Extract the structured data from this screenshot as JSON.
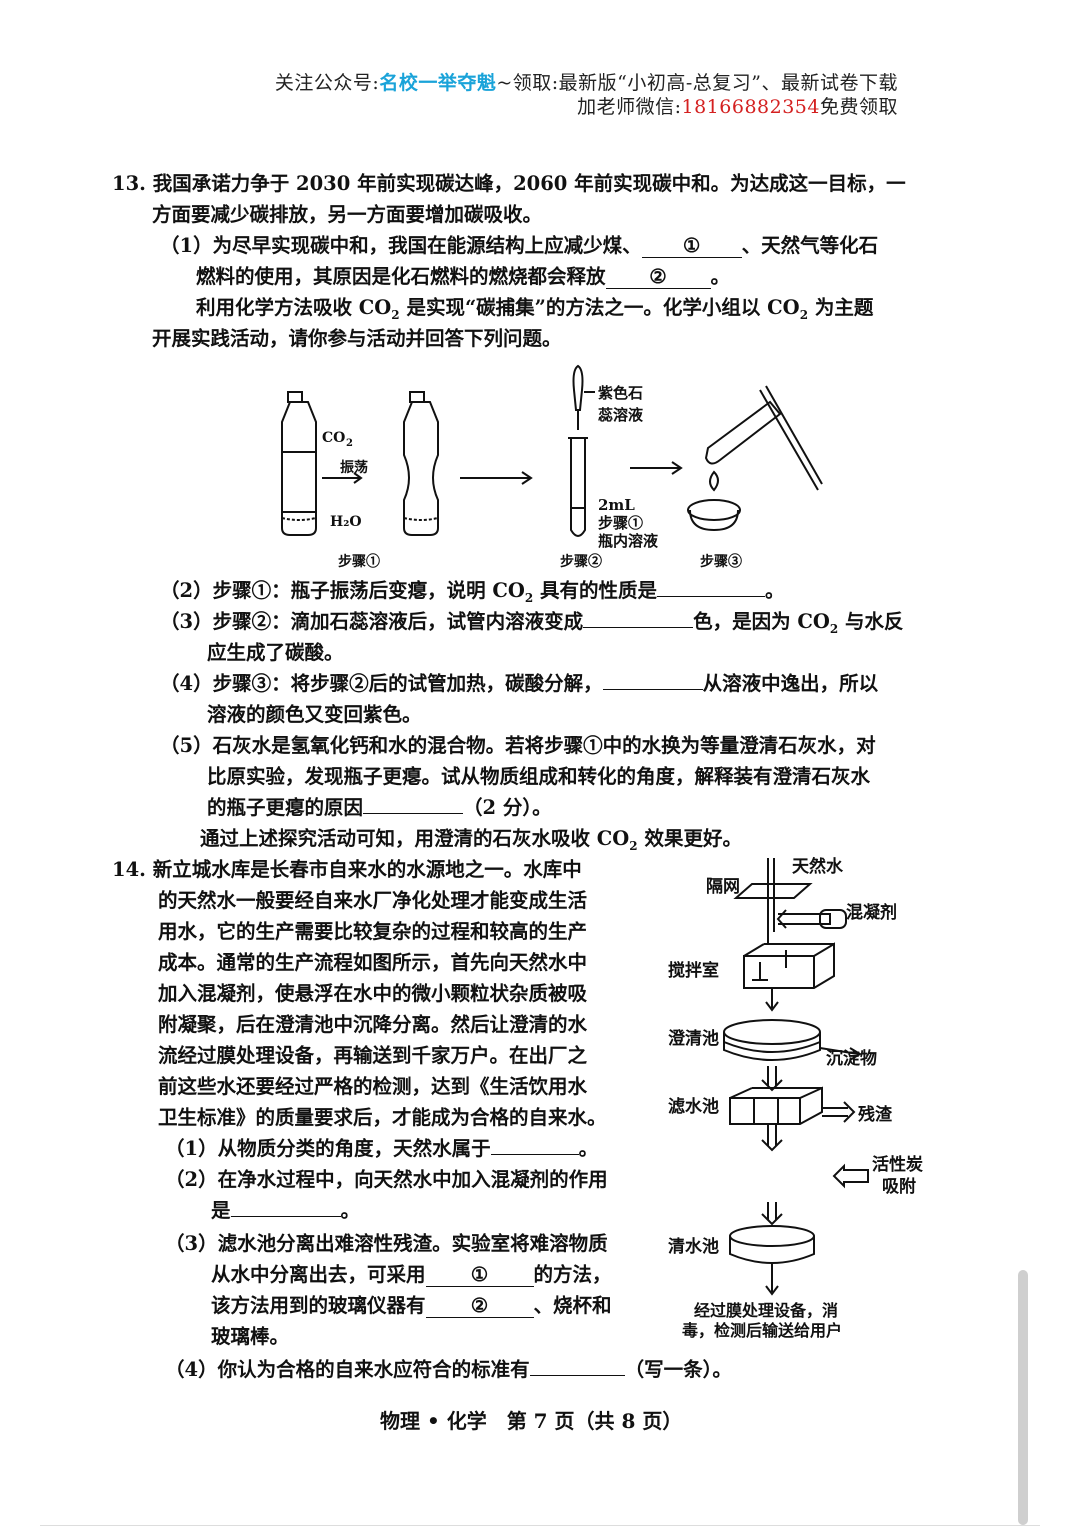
{
  "header": {
    "line1_prefix": "关注公众号:",
    "line1_brand": "名校一举夺魁",
    "line1_suffix": "~领取:最新版“小初高-总复习”、最新试卷下载",
    "line2_prefix": "加老师微信:",
    "line2_phone": "18166882354",
    "line2_suffix": "免费领取"
  },
  "q13": {
    "intro1": "13. 我国承诺力争于 2030 年前实现碳达峰，2060 年前实现碳中和。为达成这一目标，一",
    "intro2": "方面要减少碳排放，另一方面要增加碳吸收。",
    "p1_a": "（1）为尽早实现碳中和，我国在能源结构上应减少煤、",
    "p1_blank1": "①",
    "p1_b": "、天然气等化石",
    "p1_c": "燃料的使用，其原因是化石燃料的燃烧都会释放",
    "p1_blank2": "②",
    "p1_d": "。",
    "mid1_a": "利用化学方法吸收 CO",
    "mid1_b": " 是实现“碳捕集”的方法之一。化学小组以 CO",
    "mid1_c": " 为主题",
    "mid2": "开展实践活动，请你参与活动并回答下列问题。",
    "p2_a": "（2）步骤①：瓶子振荡后变瘪，说明 CO",
    "p2_b": " 具有的性质是",
    "p2_c": "。",
    "p3_a": "（3）步骤②：滴加石蕊溶液后，试管内溶液变成",
    "p3_b": "色，是因为 CO",
    "p3_c": " 与水反",
    "p3_d": "应生成了碳酸。",
    "p4_a": "（4）步骤③：将步骤②后的试管加热，碳酸分解，",
    "p4_b": "从溶液中逸出，所以",
    "p4_c": "溶液的颜色又变回紫色。",
    "p5_a": "（5）石灰水是氢氧化钙和水的混合物。若将步骤①中的水换为等量澄清石灰水，对",
    "p5_b": "比原实验，发现瓶子更瘪。试从物质组成和转化的角度，解释装有澄清石灰水",
    "p5_c": "的瓶子更瘪的原因",
    "p5_d": "（2 分）。",
    "concl_a": "通过上述探究活动可知，用澄清的石灰水吸收 CO",
    "concl_b": " 效果更好。",
    "sub2": "2"
  },
  "figure13": {
    "co2": "CO",
    "co2_sub": "2",
    "shake": "振荡",
    "h2o": "H₂O",
    "litmus1": "紫色石",
    "litmus2": "蕊溶液",
    "ml": "2mL",
    "step1_sol": "步骤①",
    "bottle_sol": "瓶内溶液",
    "step1": "步骤①",
    "step2": "步骤②",
    "step3": "步骤③"
  },
  "q14": {
    "l1": "14. 新立城水库是长春市自来水的水源地之一。水库中",
    "l2": "的天然水一般要经自来水厂净化处理才能变成生活",
    "l3": "用水，它的生产需要比较复杂的过程和较高的生产",
    "l4": "成本。通常的生产流程如图所示，首先向天然水中",
    "l5": "加入混凝剂，使悬浮在水中的微小颗粒状杂质被吸",
    "l6": "附凝聚，后在澄清池中沉降分离。然后让澄清的水",
    "l7": "流经过膜处理设备，再输送到千家万户。在出厂之",
    "l8": "前这些水还要经过严格的检测，达到《生活饮用水",
    "l9": "卫生标准》的质量要求后，才能成为合格的自来水。",
    "p1_a": "（1）从物质分类的角度，天然水属于",
    "p1_b": "。",
    "p2_a": "（2）在净水过程中，向天然水中加入混凝剂的作用",
    "p2_b": "是",
    "p2_c": "。",
    "p3_a": "（3）滤水池分离出难溶性残渣。实验室将难溶物质",
    "p3_b": "从水中分离出去，可采用",
    "p3_blank1": "①",
    "p3_c": "的方法，",
    "p3_d": "该方法用到的玻璃仪器有",
    "p3_blank2": "②",
    "p3_e": "、烧杯和",
    "p3_f": "玻璃棒。",
    "p4_a": "（4）你认为合格的自来水应符合的标准有",
    "p4_b": "（写一条）。"
  },
  "figure14": {
    "natural_water": "天然水",
    "mesh": "隔网",
    "coagulant": "混凝剂",
    "stir_room": "搅拌室",
    "clarifier": "澄清池",
    "sediment": "沉淀物",
    "filter_pool": "滤水池",
    "residue": "残渣",
    "carbon1": "活性炭",
    "carbon2": "吸附",
    "clear_pool": "清水池",
    "final1": "经过膜处理设备，消",
    "final2": "毒，检测后输送给用户"
  },
  "footer": {
    "text": "物理 • 化学　第 7 页（共 8 页）"
  }
}
